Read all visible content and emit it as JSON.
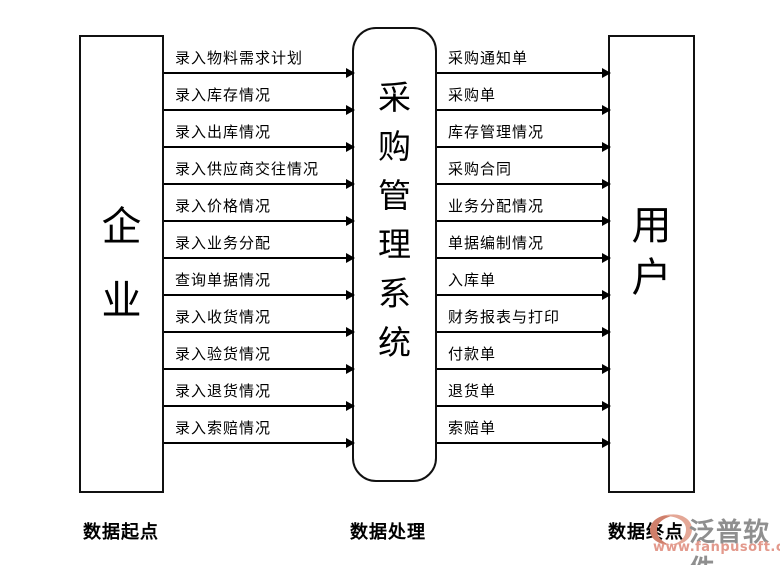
{
  "diagram": {
    "left_box": {
      "label": "企\n业"
    },
    "center_box": {
      "label": "采\n购\n管\n理\n系\n统"
    },
    "right_box": {
      "label": "用\n户"
    },
    "left_flows": [
      "录入物料需求计划",
      "录入库存情况",
      "录入出库情况",
      "录入供应商交往情况",
      "录入价格情况",
      "录入业务分配",
      "查询单据情况",
      "录入收货情况",
      "录入验货情况",
      "录入退货情况",
      "录入索赔情况"
    ],
    "right_flows": [
      "采购通知单",
      "采购单",
      "库存管理情况",
      "采购合同",
      "业务分配情况",
      "单据编制情况",
      "入库单",
      "财务报表与打印",
      "付款单",
      "退货单",
      "索赔单"
    ],
    "footer": {
      "start": "数据起点",
      "process": "数据处理",
      "end": "数据终点"
    },
    "line_color": "#000000"
  },
  "watermark": {
    "brand": "泛普软件",
    "url": "www.fanpusoft.com",
    "brand_color": "#8f8f8f",
    "url_color": "#e3998c",
    "icon": "fanpu-swirl-logo-icon",
    "icon_color": "#cf7f6b",
    "icon_ring_color": "#e4a796"
  }
}
